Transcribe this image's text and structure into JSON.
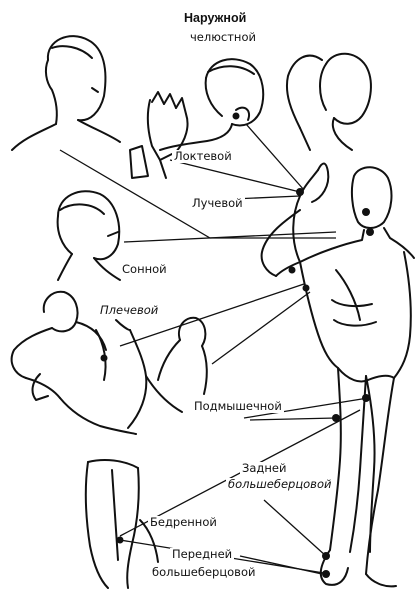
{
  "colors": {
    "ink": "#111111",
    "paper": "#ffffff",
    "shade": "#444444"
  },
  "icons": [
    "human-figure-icon",
    "head-profile-icon",
    "hand-icon",
    "pressure-point-dot-icon"
  ],
  "labels": {
    "outer_line1": "Наружной",
    "outer_line2": "челюстной",
    "ulnar": "Локтевой",
    "radial": "Лучевой",
    "carotid": "Сонной",
    "brachial": "Плечевой",
    "axillary": "Подмышечной",
    "posterior_tibial_line1": "Задней",
    "posterior_tibial_line2": "большеберцовой",
    "femoral": "Бедренной",
    "anterior_tibial_line1": "Передней",
    "anterior_tibial_line2": "большеберцовой"
  }
}
